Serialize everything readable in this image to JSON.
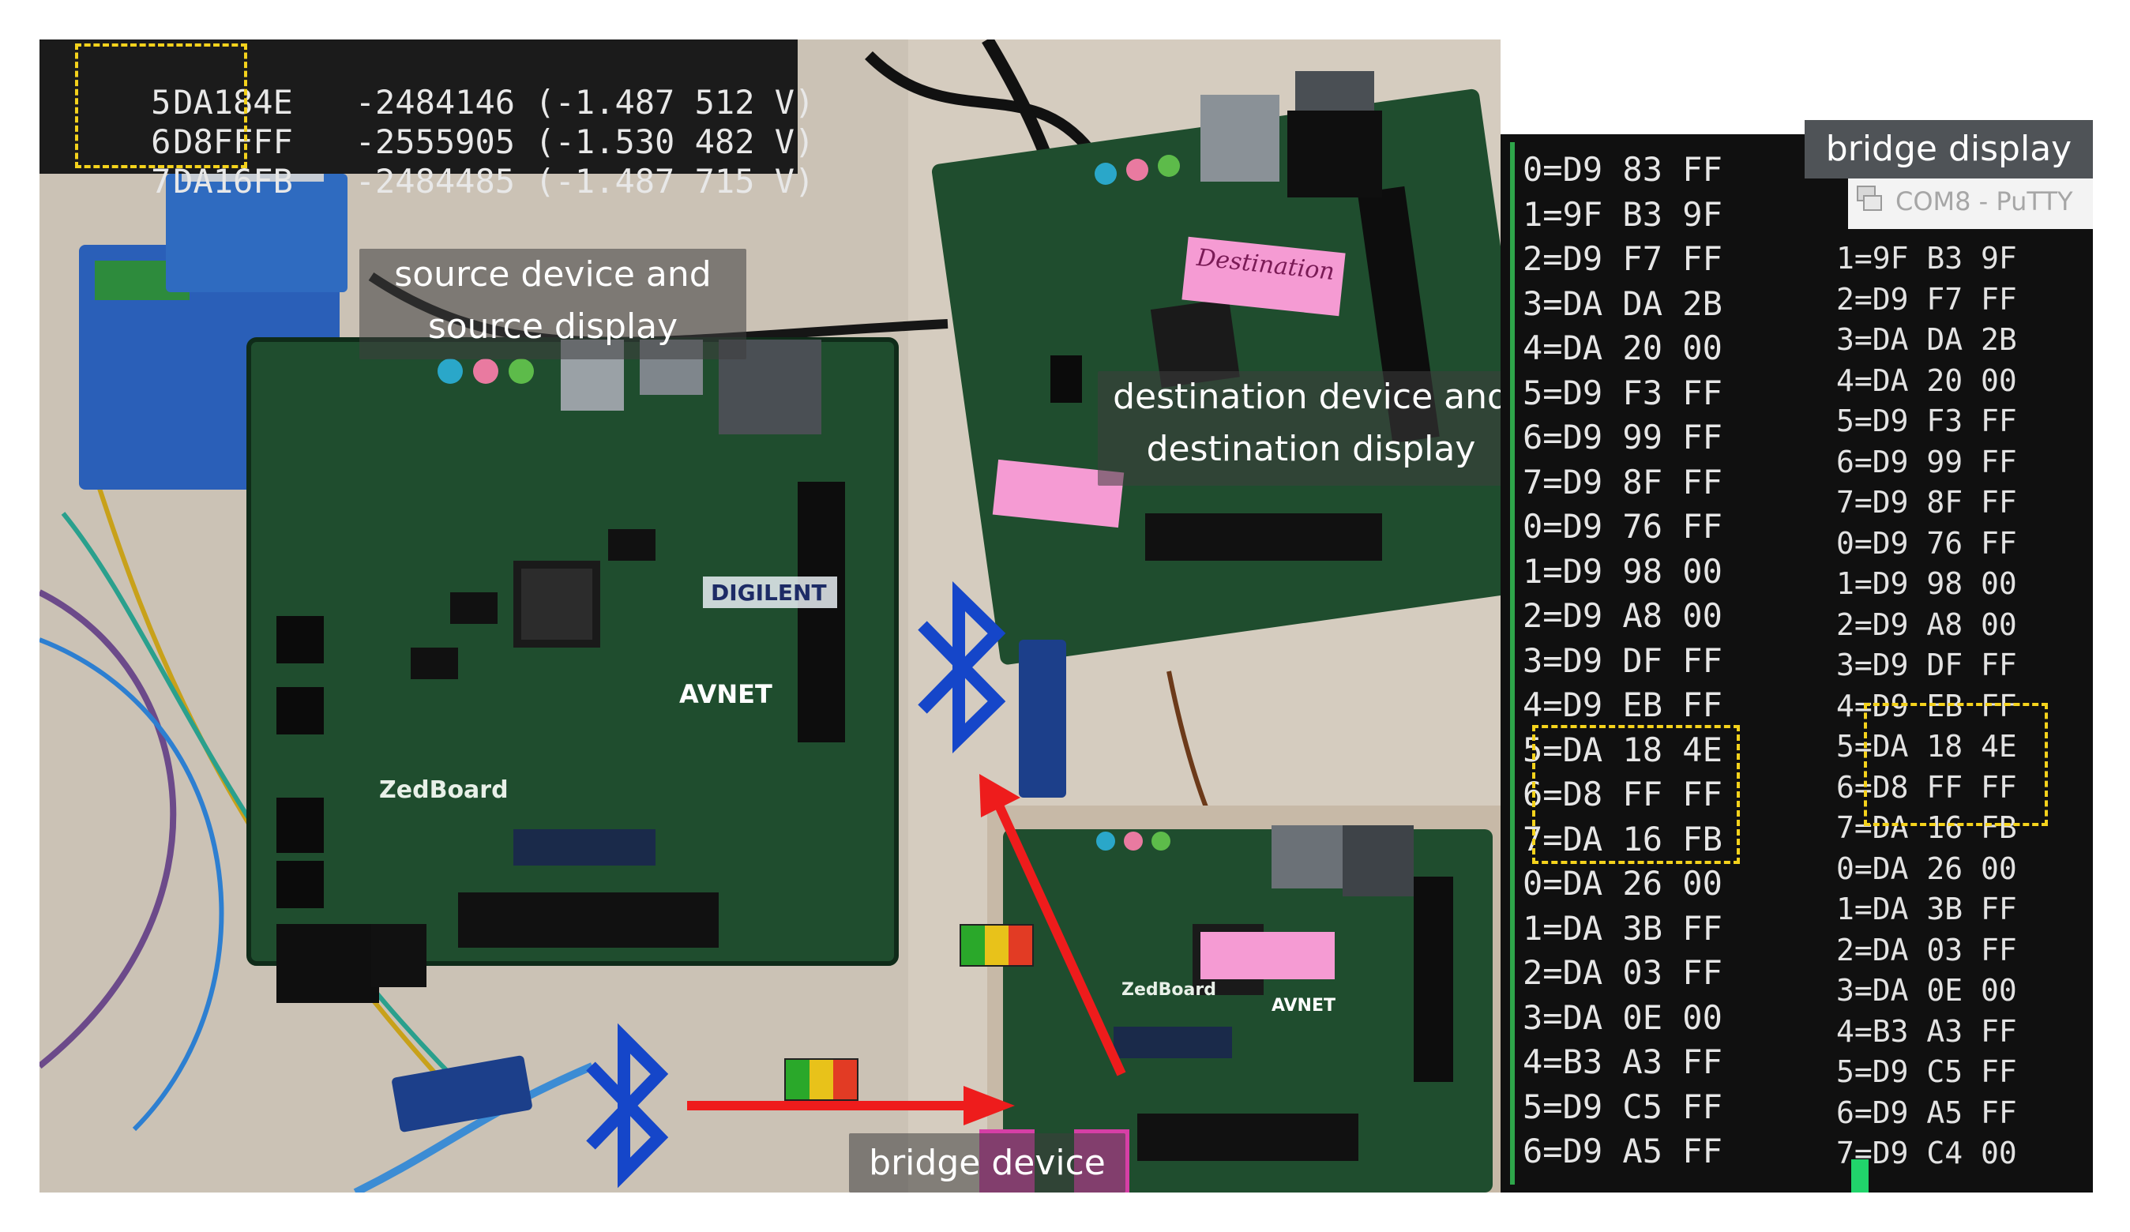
{
  "source_terminal": {
    "lines": [
      {
        "idx": "5",
        "hex": "DA184E",
        "value": "-2484146",
        "volt": "(-1.487 512 V)"
      },
      {
        "idx": "6",
        "hex": "D8FFFF",
        "value": "-2555905",
        "volt": "(-1.530 482 V)"
      },
      {
        "idx": "7",
        "hex": "DA16FB",
        "value": "-2484485",
        "volt": "(-1.487 715 V)"
      }
    ]
  },
  "labels": {
    "source_line1": "source device and",
    "source_line2": "source display",
    "destination_line1": "destination device and",
    "destination_line2": "destination display",
    "bridge_device": "bridge device",
    "bridge_display": "bridge display",
    "sticky_destination": "Destination"
  },
  "putty": {
    "title": "COM8 - PuTTY"
  },
  "destination_terminal": {
    "lines": [
      "0=D9 83 FF",
      "1=9F B3 9F",
      "2=D9 F7 FF",
      "3=DA DA 2B",
      "4=DA 20 00",
      "5=D9 F3 FF",
      "6=D9 99 FF",
      "7=D9 8F FF",
      "0=D9 76 FF",
      "1=D9 98 00",
      "2=D9 A8 00",
      "3=D9 DF FF",
      "4=D9 EB FF",
      "5=DA 18 4E",
      "6=D8 FF FF",
      "7=DA 16 FB",
      "0=DA 26 00",
      "1=DA 3B FF",
      "2=DA 03 FF",
      "3=DA 0E 00",
      "4=B3 A3 FF",
      "5=D9 C5 FF",
      "6=D9 A5 FF"
    ]
  },
  "bridge_terminal": {
    "lines": [
      "1=9F B3 9F",
      "2=D9 F7 FF",
      "3=DA DA 2B",
      "4=DA 20 00",
      "5=D9 F3 FF",
      "6=D9 99 FF",
      "7=D9 8F FF",
      "0=D9 76 FF",
      "1=D9 98 00",
      "2=D9 A8 00",
      "3=D9 DF FF",
      "4=D9 EB FF",
      "5=DA 18 4E",
      "6=D8 FF FF",
      "7=DA 16 FB",
      "0=DA 26 00",
      "1=DA 3B FF",
      "2=DA 03 FF",
      "3=DA 0E 00",
      "4=B3 A3 FF",
      "5=D9 C5 FF",
      "6=D9 A5 FF",
      "7=D9 C4 00"
    ]
  },
  "colors": {
    "bluetooth": "#1546c9",
    "arrow": "#ee1c1c",
    "highlight": "#f4d21c",
    "signal_green": "#2aa82a",
    "signal_yellow": "#e8c21a",
    "signal_red": "#e23b24",
    "sticky_pink": "#f59bd3",
    "pcb_green": "#1f4d2e"
  },
  "icons": [
    "bluetooth-icon",
    "bluetooth-icon",
    "arrow-right-icon",
    "arrow-up-icon",
    "signal-bar-icon",
    "putty-icon"
  ]
}
